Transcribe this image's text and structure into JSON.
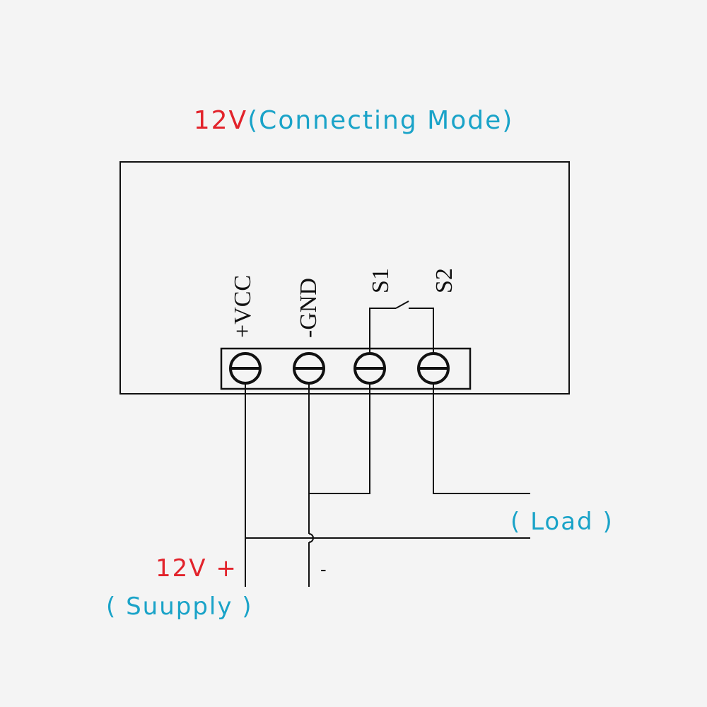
{
  "title": {
    "voltage": "12V",
    "mode": "(Connecting Mode)"
  },
  "terminals": [
    "+VCC",
    "-GND",
    "S1",
    "S2"
  ],
  "labels": {
    "load": "( Load )",
    "supply_voltage": "12V +",
    "supply": "( Suupply )",
    "minus": "-"
  },
  "colors": {
    "accent_red": "#e2232b",
    "accent_cyan": "#1aa3c8",
    "line": "#111111"
  }
}
